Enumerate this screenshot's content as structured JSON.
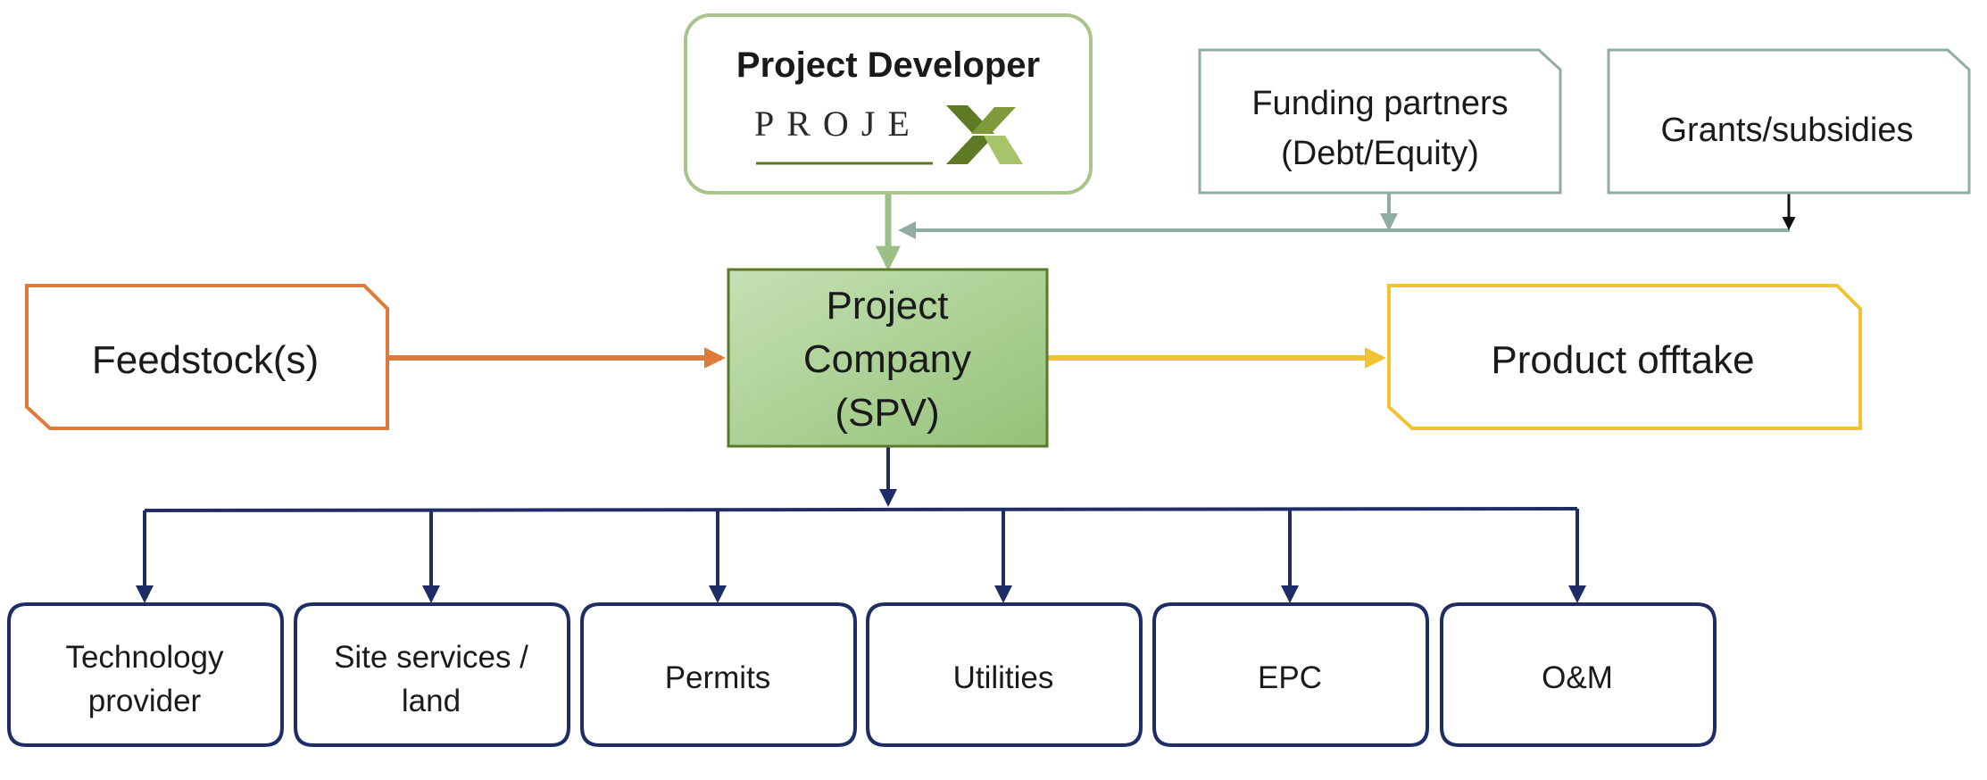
{
  "developer": {
    "title": "Project Developer",
    "logo_text": "PROJE"
  },
  "funding": {
    "line1": "Funding partners",
    "line2": "(Debt/Equity)"
  },
  "grants": {
    "label": "Grants/subsidies"
  },
  "feedstock": {
    "label": "Feedstock(s)"
  },
  "spv": {
    "line1": "Project",
    "line2": "Company",
    "line3": "(SPV)"
  },
  "offtake": {
    "label": "Product offtake"
  },
  "providers": [
    {
      "line1": "Technology",
      "line2": "provider"
    },
    {
      "line1": "Site services /",
      "line2": "land"
    },
    {
      "line1": "Permits"
    },
    {
      "line1": "Utilities"
    },
    {
      "line1": "EPC"
    },
    {
      "line1": "O&M"
    }
  ],
  "colors": {
    "developer_border": "#a9c48a",
    "developer_line": "#9bbf85",
    "logo_green_dark": "#5e7a24",
    "logo_green_light": "#a6c46a",
    "funding_border": "#8fada2",
    "spv_fill_light": "#c3ddb0",
    "spv_fill_dark": "#96c47a",
    "spv_border": "#5a7a2a",
    "feedstock": "#e07a3a",
    "offtake": "#f2c232",
    "navy": "#1f2d66"
  }
}
